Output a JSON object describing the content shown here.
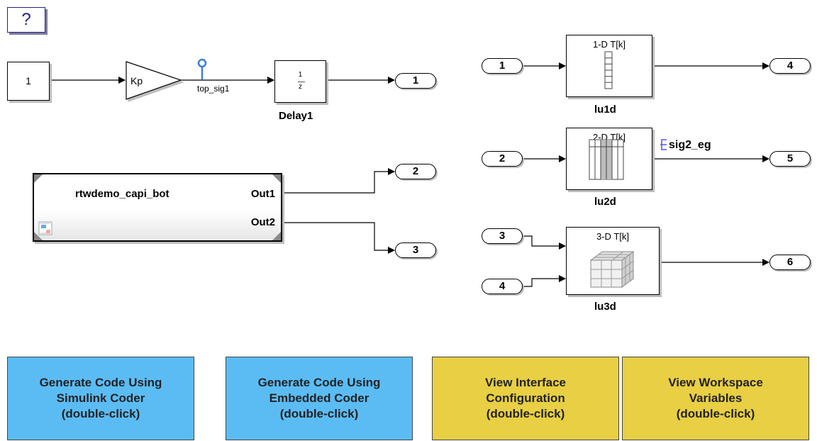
{
  "help_block": {
    "text": "?"
  },
  "constant_block": {
    "value": "1"
  },
  "gain_block": {
    "label": "Kp"
  },
  "top_signal": {
    "name": "top_sig1"
  },
  "delay_block": {
    "numerator": "1",
    "denominator": "z",
    "name": "Delay1"
  },
  "model_block": {
    "name": "rtwdemo_capi_bot",
    "out1": "Out1",
    "out2": "Out2"
  },
  "inports": [
    "1",
    "2",
    "3",
    "4"
  ],
  "outports": [
    "1",
    "2",
    "3",
    "4",
    "5",
    "6"
  ],
  "lookup_tables": [
    {
      "title": "1-D T[k]",
      "name": "lu1d"
    },
    {
      "title": "2-D T[k]",
      "name": "lu2d"
    },
    {
      "title": "3-D T[k]",
      "name": "lu3d"
    }
  ],
  "sig2_label": {
    "name": "sig2_eg"
  },
  "buttons": [
    {
      "label": "Generate Code Using\nSimulink Coder\n(double-click)"
    },
    {
      "label": "Generate Code Using\nEmbedded Coder\n(double-click)"
    },
    {
      "label": "View Interface\nConfiguration\n(double-click)"
    },
    {
      "label": "View Workspace\nVariables\n(double-click)"
    }
  ],
  "colors": {
    "signal_marker": "#3a7fd5",
    "sig2_marker": "#5555ff",
    "button_blue": "#5bbcf4",
    "button_yellow": "#e8cf43"
  }
}
